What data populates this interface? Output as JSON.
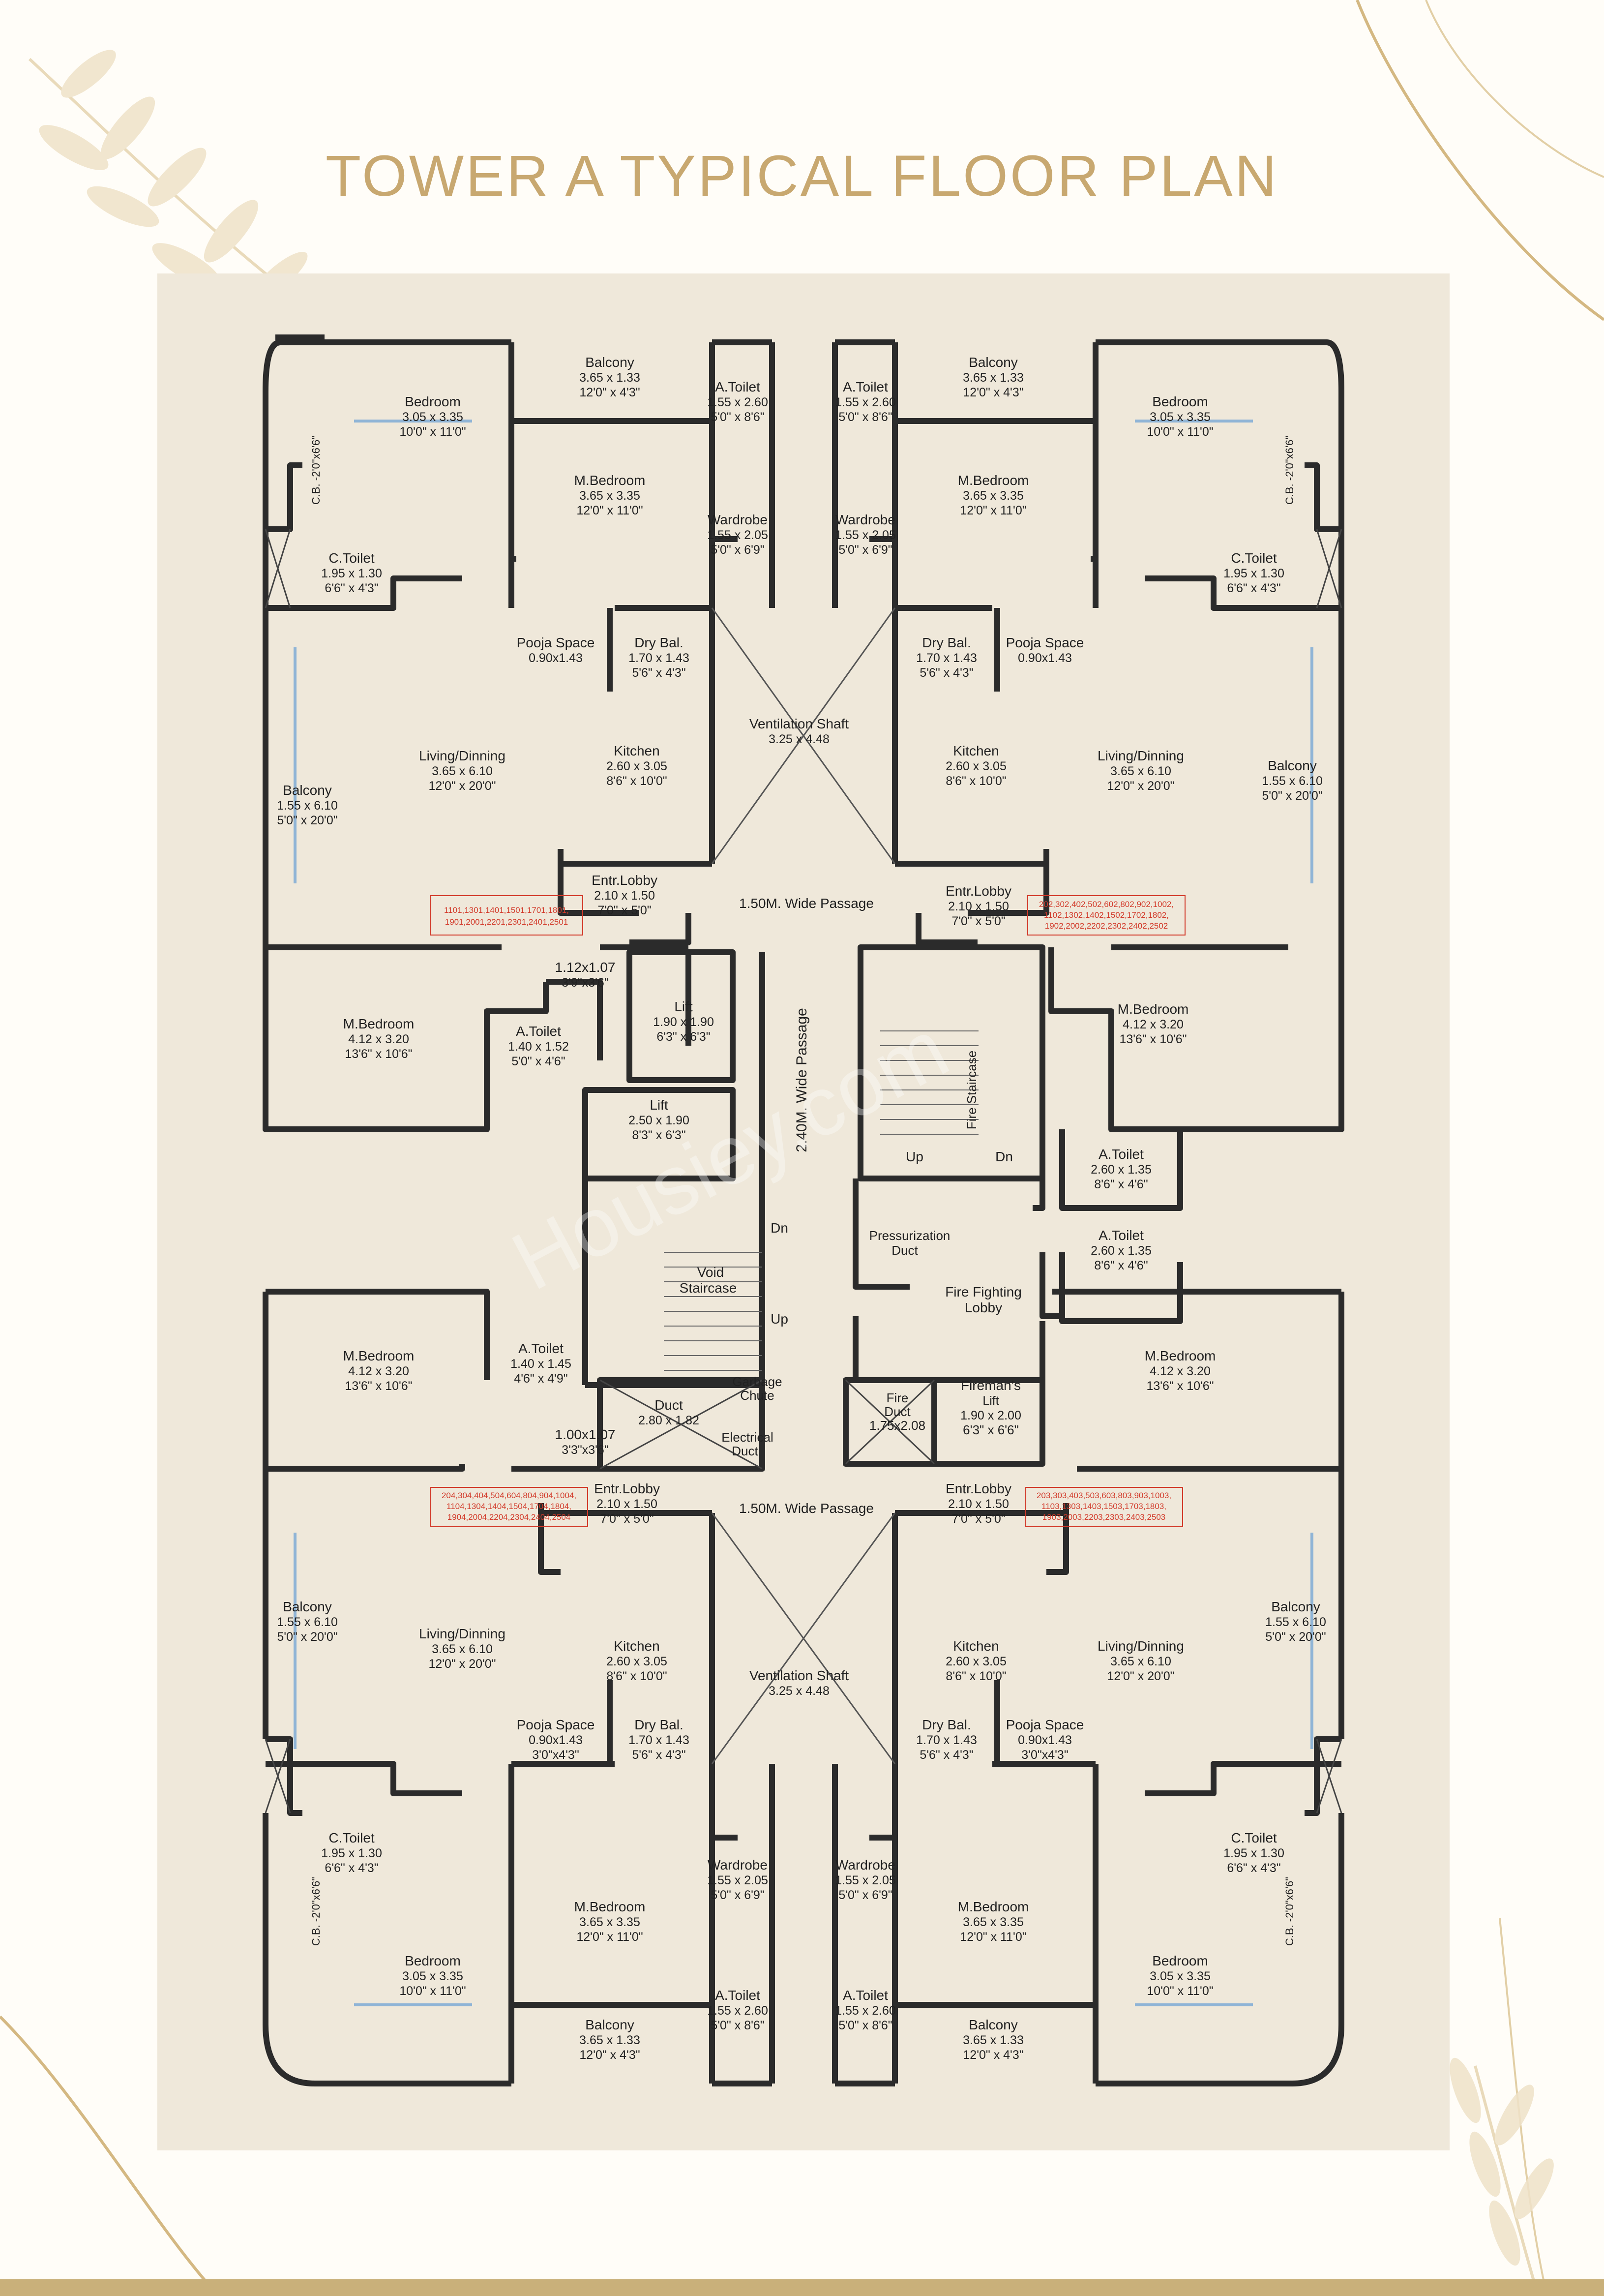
{
  "page": {
    "title": "TOWER A TYPICAL FLOOR PLAN",
    "watermark": "Housiey.com"
  },
  "rooms": [
    {
      "id": "tl-bedroom",
      "name": "Bedroom",
      "m": "3.05 x 3.35",
      "ft": "10'0\" x 11'0\""
    },
    {
      "id": "tl-balcony",
      "name": "Balcony",
      "m": "3.65 x 1.33",
      "ft": "12'0\" x 4'3\""
    },
    {
      "id": "tl-atoilet",
      "name": "A.Toilet",
      "m": "1.55 x 2.60",
      "ft": "5'0\" x 8'6\""
    },
    {
      "id": "tr-atoilet",
      "name": "A.Toilet",
      "m": "1.55 x 2.60",
      "ft": "5'0\" x 8'6\""
    },
    {
      "id": "tr-balcony",
      "name": "Balcony",
      "m": "3.65 x 1.33",
      "ft": "12'0\" x 4'3\""
    },
    {
      "id": "tr-bedroom",
      "name": "Bedroom",
      "m": "3.05 x 3.35",
      "ft": "10'0\" x 11'0\""
    },
    {
      "id": "tl-mbedroom",
      "name": "M.Bedroom",
      "m": "3.65 x 3.35",
      "ft": "12'0\" x 11'0\""
    },
    {
      "id": "tl-wardrobe",
      "name": "Wardrobe",
      "m": "1.55 x 2.05",
      "ft": "5'0\" x 6'9\""
    },
    {
      "id": "tr-wardrobe",
      "name": "Wardrobe",
      "m": "1.55 x 2.05",
      "ft": "5'0\" x 6'9\""
    },
    {
      "id": "tr-mbedroom",
      "name": "M.Bedroom",
      "m": "3.65 x 3.35",
      "ft": "12'0\" x 11'0\""
    },
    {
      "id": "tl-ctoilet",
      "name": "C.Toilet",
      "m": "1.95 x 1.30",
      "ft": "6'6\" x 4'3\""
    },
    {
      "id": "tr-ctoilet",
      "name": "C.Toilet",
      "m": "1.95 x 1.30",
      "ft": "6'6\" x 4'3\""
    },
    {
      "id": "tl-pooja",
      "name": "Pooja Space",
      "m": "0.90x1.43",
      "ft": ""
    },
    {
      "id": "tl-drybal",
      "name": "Dry Bal.",
      "m": "1.70 x 1.43",
      "ft": "5'6\" x 4'3\""
    },
    {
      "id": "tr-drybal",
      "name": "Dry Bal.",
      "m": "1.70 x 1.43",
      "ft": "5'6\" x 4'3\""
    },
    {
      "id": "tr-pooja",
      "name": "Pooja Space",
      "m": "0.90x1.43",
      "ft": ""
    },
    {
      "id": "t-vent",
      "name": "Ventilation Shaft",
      "m": "3.25 x 4.48",
      "ft": ""
    },
    {
      "id": "tl-living",
      "name": "Living/Dinning",
      "m": "3.65 x 6.10",
      "ft": "12'0\" x 20'0\""
    },
    {
      "id": "tl-kitchen",
      "name": "Kitchen",
      "m": "2.60 x 3.05",
      "ft": "8'6\" x 10'0\""
    },
    {
      "id": "tr-kitchen",
      "name": "Kitchen",
      "m": "2.60 x 3.05",
      "ft": "8'6\" x 10'0\""
    },
    {
      "id": "tr-living",
      "name": "Living/Dinning",
      "m": "3.65 x 6.10",
      "ft": "12'0\" x 20'0\""
    },
    {
      "id": "tl-sidebal",
      "name": "Balcony",
      "m": "1.55 x 6.10",
      "ft": "5'0\" x 20'0\""
    },
    {
      "id": "tr-sidebal",
      "name": "Balcony",
      "m": "1.55 x 6.10",
      "ft": "5'0\" x 20'0\""
    },
    {
      "id": "tl-entr",
      "name": "Entr.Lobby",
      "m": "2.10 x 1.50",
      "ft": "7'0\" x 5'0\""
    },
    {
      "id": "tr-entr",
      "name": "Entr.Lobby",
      "m": "2.10 x 1.50",
      "ft": "7'0\" x 5'0\""
    },
    {
      "id": "t-passage",
      "name": "1.50M. Wide Passage",
      "m": "",
      "ft": ""
    },
    {
      "id": "ml-mbedroom",
      "name": "M.Bedroom",
      "m": "4.12 x 3.20",
      "ft": "13'6\" x 10'6\""
    },
    {
      "id": "ml-shaft",
      "name": "1.12x1.07",
      "m": "3'9\"x3'6\"",
      "ft": ""
    },
    {
      "id": "ml-atoilet",
      "name": "A.Toilet",
      "m": "1.40 x 1.52",
      "ft": "5'0\" x 4'6\""
    },
    {
      "id": "lift1",
      "name": "Lift",
      "m": "1.90 x 1.90",
      "ft": "6'3\" x 6'3\""
    },
    {
      "id": "lift2",
      "name": "Lift",
      "m": "2.50 x 1.90",
      "ft": "8'3\" x 6'3\""
    },
    {
      "id": "mr-mbedroom",
      "name": "M.Bedroom",
      "m": "4.12 x 3.20",
      "ft": "13'6\" x 10'6\""
    },
    {
      "id": "mr-atoilet1",
      "name": "A.Toilet",
      "m": "2.60 x 1.35",
      "ft": "8'6\" x 4'6\""
    },
    {
      "id": "mr-atoilet2",
      "name": "A.Toilet",
      "m": "2.60 x 1.35",
      "ft": "8'6\" x 4'6\""
    },
    {
      "id": "ml2-mbedroom",
      "name": "M.Bedroom",
      "m": "4.12 x 3.20",
      "ft": "13'6\" x 10'6\""
    },
    {
      "id": "ml2-atoilet",
      "name": "A.Toilet",
      "m": "1.40 x 1.45",
      "ft": "4'6\" x 4'9\""
    },
    {
      "id": "ml2-shaft",
      "name": "1.00x1.07",
      "m": "3'3\"x3'6\"",
      "ft": ""
    },
    {
      "id": "duct",
      "name": "Duct",
      "m": "2.80 x 1.82",
      "ft": ""
    },
    {
      "id": "firemans-lift",
      "name": "Fireman's",
      "m": "Lift",
      "ft": "1.90 x 2.00"
    },
    {
      "id": "mr2-mbedroom",
      "name": "M.Bedroom",
      "m": "4.12 x 3.20",
      "ft": "13'6\" x 10'6\""
    },
    {
      "id": "b-passage",
      "name": "1.50M. Wide Passage",
      "m": "",
      "ft": ""
    },
    {
      "id": "bl-entr",
      "name": "Entr.Lobby",
      "m": "2.10 x 1.50",
      "ft": "7'0\" x 5'0\""
    },
    {
      "id": "br-entr",
      "name": "Entr.Lobby",
      "m": "2.10 x 1.50",
      "ft": "7'0\" x 5'0\""
    },
    {
      "id": "bl-sidebal",
      "name": "Balcony",
      "m": "1.55 x 6.10",
      "ft": "5'0\" x 20'0\""
    },
    {
      "id": "bl-living",
      "name": "Living/Dinning",
      "m": "3.65 x 6.10",
      "ft": "12'0\" x 20'0\""
    },
    {
      "id": "bl-kitchen",
      "name": "Kitchen",
      "m": "2.60 x 3.05",
      "ft": "8'6\" x 10'0\""
    },
    {
      "id": "b-vent",
      "name": "Ventilation Shaft",
      "m": "3.25 x 4.48",
      "ft": ""
    },
    {
      "id": "br-kitchen",
      "name": "Kitchen",
      "m": "2.60 x 3.05",
      "ft": "8'6\" x 10'0\""
    },
    {
      "id": "br-living",
      "name": "Living/Dinning",
      "m": "3.65 x 6.10",
      "ft": "12'0\" x 20'0\""
    },
    {
      "id": "br-sidebal",
      "name": "Balcony",
      "m": "1.55 x 6.10",
      "ft": "5'0\" x 20'0\""
    },
    {
      "id": "bl-pooja",
      "name": "Pooja Space",
      "m": "0.90x1.43",
      "ft": "3'0\"x4'3\""
    },
    {
      "id": "bl-drybal",
      "name": "Dry Bal.",
      "m": "1.70 x 1.43",
      "ft": "5'6\" x 4'3\""
    },
    {
      "id": "br-drybal",
      "name": "Dry Bal.",
      "m": "1.70 x 1.43",
      "ft": "5'6\" x 4'3\""
    },
    {
      "id": "br-pooja",
      "name": "Pooja Space",
      "m": "0.90x1.43",
      "ft": "3'0\"x4'3\""
    },
    {
      "id": "bl-ctoilet",
      "name": "C.Toilet",
      "m": "1.95 x 1.30",
      "ft": "6'6\" x 4'3\""
    },
    {
      "id": "br-ctoilet",
      "name": "C.Toilet",
      "m": "1.95 x 1.30",
      "ft": "6'6\" x 4'3\""
    },
    {
      "id": "bl-wardrobe",
      "name": "Wardrobe",
      "m": "1.55 x 2.05",
      "ft": "5'0\" x 6'9\""
    },
    {
      "id": "br-wardrobe",
      "name": "Wardrobe",
      "m": "1.55 x 2.05",
      "ft": "5'0\" x 6'9\""
    },
    {
      "id": "bl-mbedroom",
      "name": "M.Bedroom",
      "m": "3.65 x 3.35",
      "ft": "12'0\" x 11'0\""
    },
    {
      "id": "br-mbedroom",
      "name": "M.Bedroom",
      "m": "3.65 x 3.35",
      "ft": "12'0\" x 11'0\""
    },
    {
      "id": "bl-bedroom",
      "name": "Bedroom",
      "m": "3.05 x 3.35",
      "ft": "10'0\" x 11'0\""
    },
    {
      "id": "bl-atoilet",
      "name": "A.Toilet",
      "m": "1.55 x 2.60",
      "ft": "5'0\" x 8'6\""
    },
    {
      "id": "br-atoilet",
      "name": "A.Toilet",
      "m": "1.55 x 2.60",
      "ft": "5'0\" x 8'6\""
    },
    {
      "id": "br-bedroom",
      "name": "Bedroom",
      "m": "3.05 x 3.35",
      "ft": "10'0\" x 11'0\""
    },
    {
      "id": "bl-balcony",
      "name": "Balcony",
      "m": "3.65 x 1.33",
      "ft": "12'0\" x 4'3\""
    },
    {
      "id": "br-balcony",
      "name": "Balcony",
      "m": "3.65 x 1.33",
      "ft": "12'0\" x 4'3\""
    }
  ],
  "labels": {
    "cb": "C.B. -2'0\"x6'6\"",
    "wide_passage_vertical": "2.40M. Wide Passage",
    "fire_staircase": "Fire Staircase",
    "up": "Up",
    "dn": "Dn",
    "pressurization_duct_1": "Pressurization",
    "pressurization_duct_2": "Duct",
    "fire_fighting_lobby_1": "Fire Fighting",
    "fire_fighting_lobby_2": "Lobby",
    "void": "Void",
    "staircase": "Staircase",
    "garbage_chute_1": "Garbage",
    "garbage_chute_2": "Chute",
    "electrical_duct_1": "Electrical",
    "electrical_duct_2": "Duct",
    "fire_duct_1": "Fire",
    "fire_duct_2": "Duct",
    "fire_duct_3": "1.75x2.08",
    "firemans_lift_dims": "6'3\" x 6'6\""
  },
  "unit_numbers": {
    "top_left": [
      "1101,1301,1401,1501,1701,1801,",
      "1901,2001,2201,2301,2401,2501"
    ],
    "top_right": [
      "202,302,402,502,602,802,902,1002,",
      "1102,1302,1402,1502,1702,1802,",
      "1902,2002,2202,2302,2402,2502"
    ],
    "bottom_left": [
      "204,304,404,504,604,804,904,1004,",
      "1104,1304,1404,1504,1704,1804,",
      "1904,2004,2204,2304,2404,2504"
    ],
    "bottom_right": [
      "203,303,403,503,603,803,903,1003,",
      "1103,1303,1403,1503,1703,1803,",
      "1903,2003,2203,2303,2403,2503"
    ]
  },
  "colors": {
    "accent_gold": "#c8a870",
    "frame_brown": "#6b4a2b",
    "wall": "#2b2b2b",
    "unit_red": "#d23a2a",
    "plan_bg": "#efe8da",
    "page_bg": "#fffdf8"
  }
}
